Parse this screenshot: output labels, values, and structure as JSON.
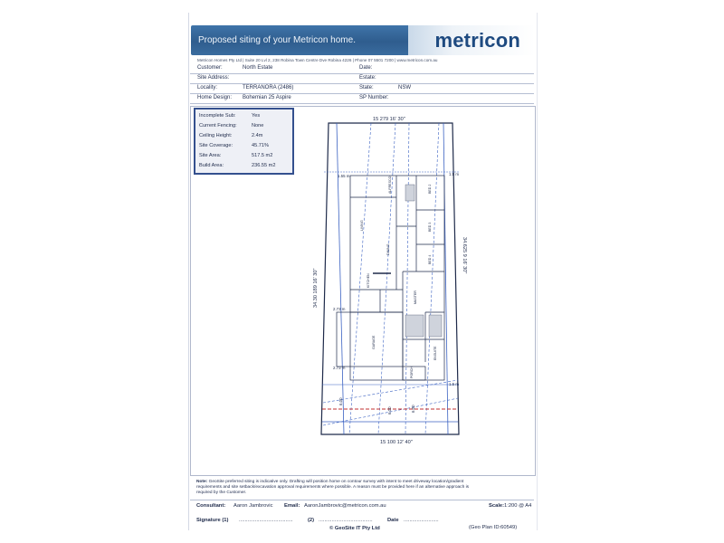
{
  "banner": {
    "tagline": "Proposed siting of your Metricon home.",
    "logo": "metricon",
    "company_line": "Metricon Homes Pty Ltd | Suite 20 Lvl 2, 238 Robina Town Centre Dve Robina 4226 | Phone 07 5501 7200 | www.metricon.com.au"
  },
  "details_left": [
    {
      "label": "Customer:",
      "value": "North Estate"
    },
    {
      "label": "Site Address:",
      "value": ""
    },
    {
      "label": "Locality:",
      "value": "TERRANORA (2486)"
    },
    {
      "label": "Home Design:",
      "value": "Bohemian 25 Aspire"
    }
  ],
  "details_right": [
    {
      "label": "Date:",
      "value": ""
    },
    {
      "label": "Estate:",
      "value": ""
    },
    {
      "label": "State:",
      "value": "NSW"
    },
    {
      "label": "SP Number:",
      "value": ""
    }
  ],
  "stats": [
    {
      "label": "Incomplete Sub:",
      "value": "Yes"
    },
    {
      "label": "Current Fencing:",
      "value": "None"
    },
    {
      "label": "Ceiling Height:",
      "value": "2.4m"
    },
    {
      "label": "Site Coverage:",
      "value": "45.71%"
    },
    {
      "label": "Site Area:",
      "value": "517.5 m2"
    },
    {
      "label": "Build Area:",
      "value": "236.55 m2"
    }
  ],
  "plan": {
    "top_boundary": "15 279 16' 30\"",
    "bottom_boundary": "15 100 12' 40\"",
    "left_boundary": "34.30 189 16' 30\"",
    "right_boundary": "34.625 9 16' 30\"",
    "setback_top_left": "1.55 m",
    "setback_top_right": "1.5 m",
    "setback_bottom_right": "1.5 m",
    "offset_a": "2.73 m",
    "offset_b": "2.73 m",
    "front_a": "6.00",
    "front_b": "6.00",
    "front_c": "6.00",
    "rooms": [
      "LIVING",
      "DINING",
      "KITCHEN",
      "GARAGE",
      "BED 2",
      "BED 3",
      "BED 4",
      "ENSUITE",
      "MASTER",
      "ALFRESCO",
      "PORCH"
    ]
  },
  "note": {
    "label": "Note:",
    "text": "GeoSite preferred siting is indicative only. Drafting will position home on contour survey with intent to meet driveway location/gradient requirements and site setback/excavation approval requirements where possible. A reason must be provided here if an alternative approach is required by the Customer."
  },
  "footer": {
    "consultant_label": "Consultant:",
    "consultant_value": "Aaron Jambrovic",
    "email_label": "Email:",
    "email_value": "AaronJambrovic@metricon.com.au",
    "scale_label": "Scale:",
    "scale_value": "1:200 @ A4",
    "signature_label": "Signature (1)",
    "signature_line_1": ".....................................",
    "signature2_label": "(2)",
    "signature_line_2": ".....................................",
    "date_label": "Date",
    "date_line": "........................",
    "copyright": "© GeoSite IT Pty Ltd",
    "geo_plan": "(Geo Plan ID:60549)"
  }
}
